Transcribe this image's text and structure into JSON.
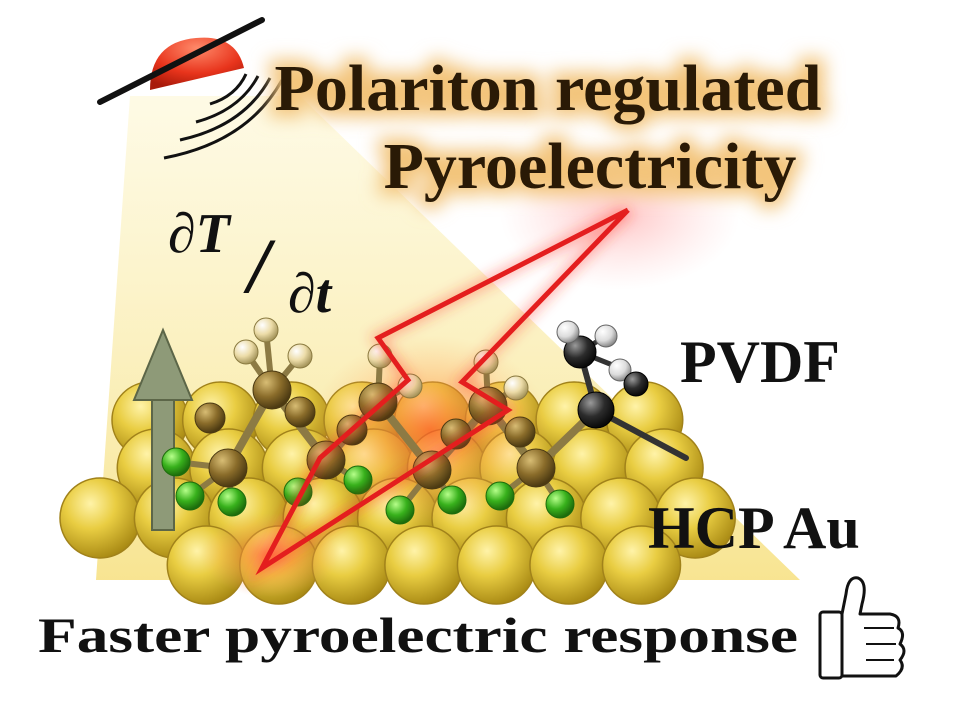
{
  "title": {
    "line1": "Polariton regulated",
    "line2": "Pyroelectricity"
  },
  "rate_label": {
    "numerator": "∂T",
    "denominator": "∂t",
    "slash": "/"
  },
  "labels": {
    "polymer": "PVDF",
    "substrate": "HCP Au",
    "caption": "Faster pyroelectric response"
  },
  "icons": {
    "heat_source": "heat-lamp-icon",
    "polarization": "up-arrow-icon",
    "lightning": "lightning-bolt-icon",
    "thumbs_up": "thumbs-up-icon"
  },
  "colors": {
    "gold": "#e6c83a",
    "gold_dark": "#b89a1e",
    "glow": "#f6d9a0",
    "beam": "#f7eaa0",
    "lamp": "#e8341c",
    "bolt": "#e41e1e",
    "fluorine": "#39b01e",
    "carbon": "#8c6e2a",
    "hydrogen": "#e8d8a0",
    "carbon_black": "#2a2a2a",
    "arrow": "#8e9a78"
  }
}
